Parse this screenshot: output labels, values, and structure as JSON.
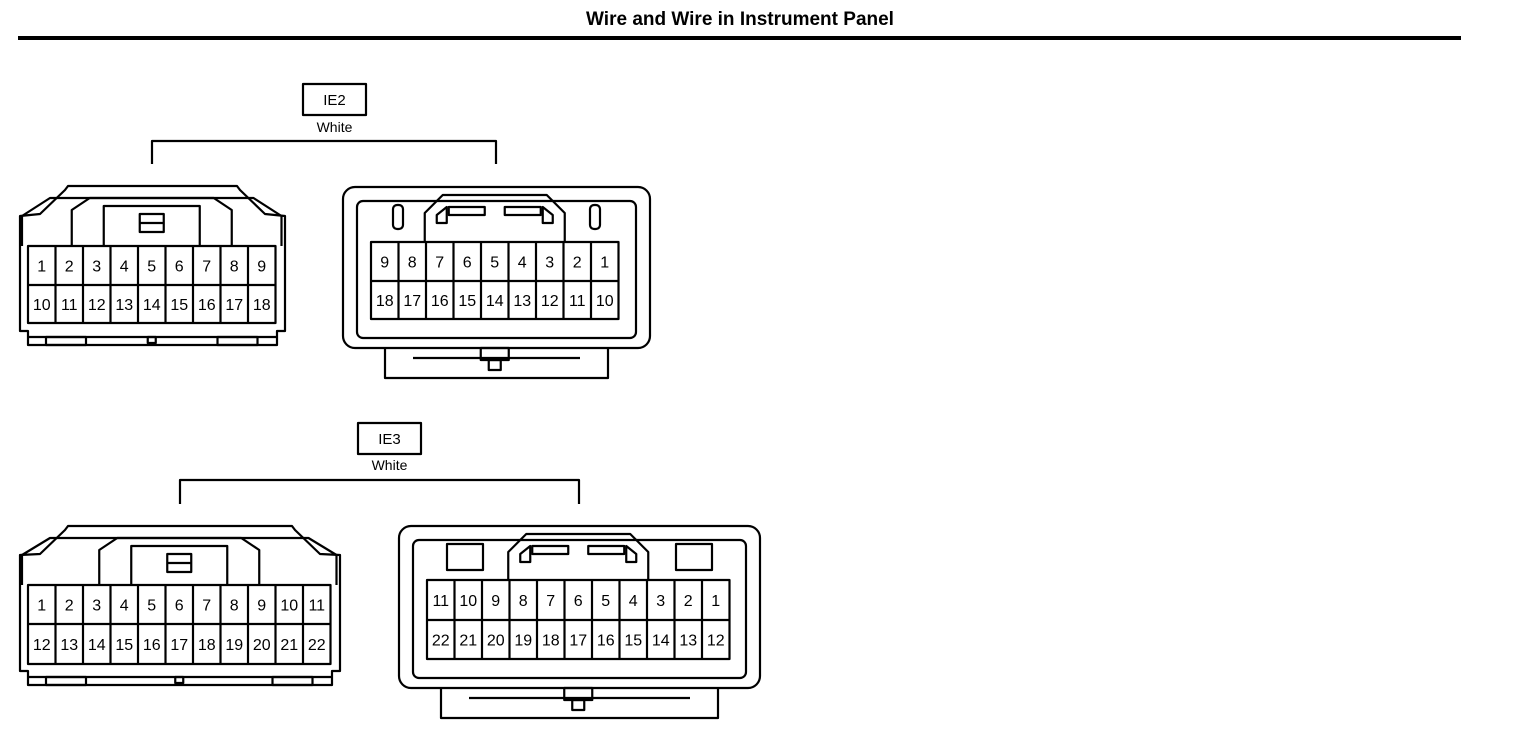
{
  "page": {
    "title": "Wire and Wire in Instrument Panel"
  },
  "connectors": [
    {
      "id": "IE2",
      "color": "White",
      "pins_per_row": 9,
      "male_view": {
        "row1": [
          "1",
          "2",
          "3",
          "4",
          "5",
          "6",
          "7",
          "8",
          "9"
        ],
        "row2": [
          "10",
          "11",
          "12",
          "13",
          "14",
          "15",
          "16",
          "17",
          "18"
        ]
      },
      "female_view": {
        "row1": [
          "9",
          "8",
          "7",
          "6",
          "5",
          "4",
          "3",
          "2",
          "1"
        ],
        "row2": [
          "18",
          "17",
          "16",
          "15",
          "14",
          "13",
          "12",
          "11",
          "10"
        ]
      }
    },
    {
      "id": "IE3",
      "color": "White",
      "pins_per_row": 11,
      "male_view": {
        "row1": [
          "1",
          "2",
          "3",
          "4",
          "5",
          "6",
          "7",
          "8",
          "9",
          "10",
          "11"
        ],
        "row2": [
          "12",
          "13",
          "14",
          "15",
          "16",
          "17",
          "18",
          "19",
          "20",
          "21",
          "22"
        ]
      },
      "female_view": {
        "row1": [
          "11",
          "10",
          "9",
          "8",
          "7",
          "6",
          "5",
          "4",
          "3",
          "2",
          "1"
        ],
        "row2": [
          "22",
          "21",
          "20",
          "19",
          "18",
          "17",
          "16",
          "15",
          "14",
          "13",
          "12"
        ]
      }
    }
  ]
}
